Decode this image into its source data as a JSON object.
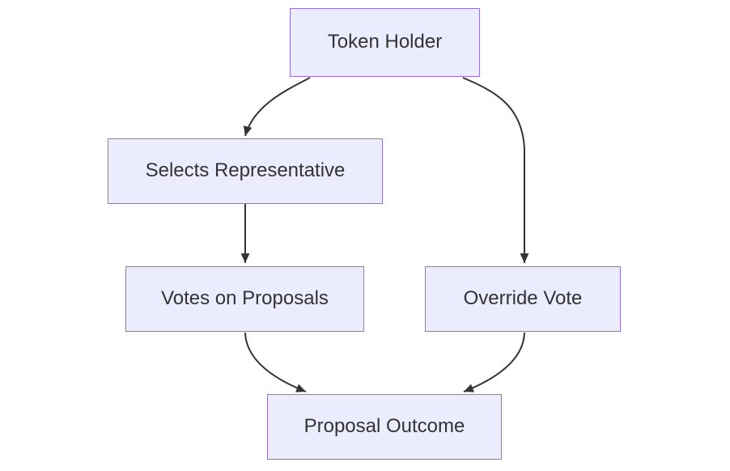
{
  "diagram": {
    "type": "flowchart",
    "direction": "top-down",
    "background_color": "#ffffff",
    "node_fill_color": "#ECECFF",
    "node_border_color": "#9370DB",
    "text_color": "#333333",
    "arrow_color": "#333333",
    "nodes": {
      "token_holder": {
        "label": "Token Holder"
      },
      "selects_representative": {
        "label": "Selects Representative"
      },
      "votes_on_proposals": {
        "label": "Votes on Proposals"
      },
      "override_vote": {
        "label": "Override Vote"
      },
      "proposal_outcome": {
        "label": "Proposal Outcome"
      }
    },
    "edges": [
      {
        "from": "Token Holder",
        "to": "Selects Representative"
      },
      {
        "from": "Token Holder",
        "to": "Override Vote"
      },
      {
        "from": "Selects Representative",
        "to": "Votes on Proposals"
      },
      {
        "from": "Votes on Proposals",
        "to": "Proposal Outcome"
      },
      {
        "from": "Override Vote",
        "to": "Proposal Outcome"
      }
    ]
  }
}
